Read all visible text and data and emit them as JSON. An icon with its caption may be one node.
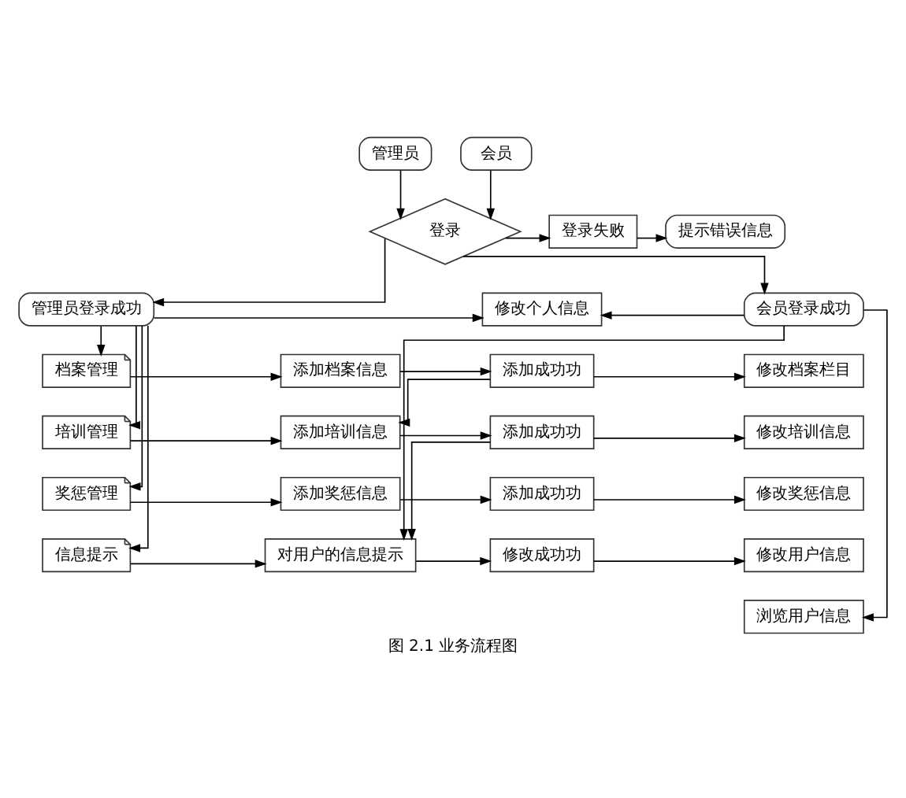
{
  "diagram": {
    "caption": "图 2.1 业务流程图",
    "nodes": [
      {
        "text": [
          "管理员"
        ]
      },
      {
        "text": [
          "会员"
        ]
      },
      {
        "text": [
          "登录"
        ]
      },
      {
        "text": [
          "登录失败"
        ]
      },
      {
        "text": [
          "提示错误信息"
        ]
      },
      {
        "text": [
          "管理员登录成功"
        ]
      },
      {
        "text": [
          "修改个人信息"
        ]
      },
      {
        "text": [
          "会员登录成功"
        ]
      },
      {
        "text": [
          "档案管理"
        ]
      },
      {
        "text": [
          "添加档案信息"
        ]
      },
      {
        "text": [
          "添加成功功"
        ]
      },
      {
        "text": [
          "修改档案栏目"
        ]
      },
      {
        "text": [
          "培训管理"
        ]
      },
      {
        "text": [
          "添加培训信息"
        ]
      },
      {
        "text": [
          "添加成功功"
        ]
      },
      {
        "text": [
          "修改培训信息"
        ]
      },
      {
        "text": [
          "奖惩管理"
        ]
      },
      {
        "text": [
          "添加奖惩信息"
        ]
      },
      {
        "text": [
          "添加成功功"
        ]
      },
      {
        "text": [
          "修改奖惩信息"
        ]
      },
      {
        "text": [
          "信息提示"
        ]
      },
      {
        "text": [
          "对用户的信息提示"
        ]
      },
      {
        "text": [
          "修改成功功"
        ]
      },
      {
        "text": [
          "修改用户信息"
        ]
      },
      {
        "text": [
          "浏览用户信息"
        ]
      }
    ],
    "edges": [
      {
        "from": 0,
        "to": 2,
        "arrow": "to"
      },
      {
        "from": 1,
        "to": 2,
        "arrow": "to"
      },
      {
        "from": 2,
        "to": 3,
        "arrow": "to"
      },
      {
        "from": 3,
        "to": 4,
        "arrow": "to"
      },
      {
        "from": 2,
        "to": 5,
        "arrow": "to"
      },
      {
        "from": 2,
        "to": 7,
        "arrow": "to"
      },
      {
        "from": 5,
        "to": 6,
        "arrow": "to"
      },
      {
        "from": 7,
        "to": 6,
        "arrow": "to"
      },
      {
        "from": 5,
        "to": 8,
        "arrow": "to"
      },
      {
        "from": 5,
        "to": 12,
        "arrow": "to"
      },
      {
        "from": 5,
        "to": 16,
        "arrow": "to"
      },
      {
        "from": 5,
        "to": 20,
        "arrow": "to"
      },
      {
        "from": 8,
        "to": 9,
        "arrow": "to"
      },
      {
        "from": 9,
        "to": 10,
        "arrow": "to"
      },
      {
        "from": 10,
        "to": 11,
        "arrow": "to"
      },
      {
        "from": 10,
        "to": 13,
        "arrow": "to"
      },
      {
        "from": 12,
        "to": 13,
        "arrow": "to"
      },
      {
        "from": 13,
        "to": 14,
        "arrow": "to"
      },
      {
        "from": 14,
        "to": 15,
        "arrow": "to"
      },
      {
        "from": 14,
        "to": 21,
        "arrow": "to"
      },
      {
        "from": 16,
        "to": 17,
        "arrow": "to"
      },
      {
        "from": 17,
        "to": 18,
        "arrow": "to"
      },
      {
        "from": 18,
        "to": 19,
        "arrow": "to"
      },
      {
        "from": 20,
        "to": 21,
        "arrow": "to"
      },
      {
        "from": 21,
        "to": 22,
        "arrow": "to"
      },
      {
        "from": 22,
        "to": 23,
        "arrow": "to"
      },
      {
        "from": 7,
        "to": 21,
        "arrow": "to"
      },
      {
        "from": 7,
        "to": 24,
        "arrow": "to"
      }
    ]
  }
}
